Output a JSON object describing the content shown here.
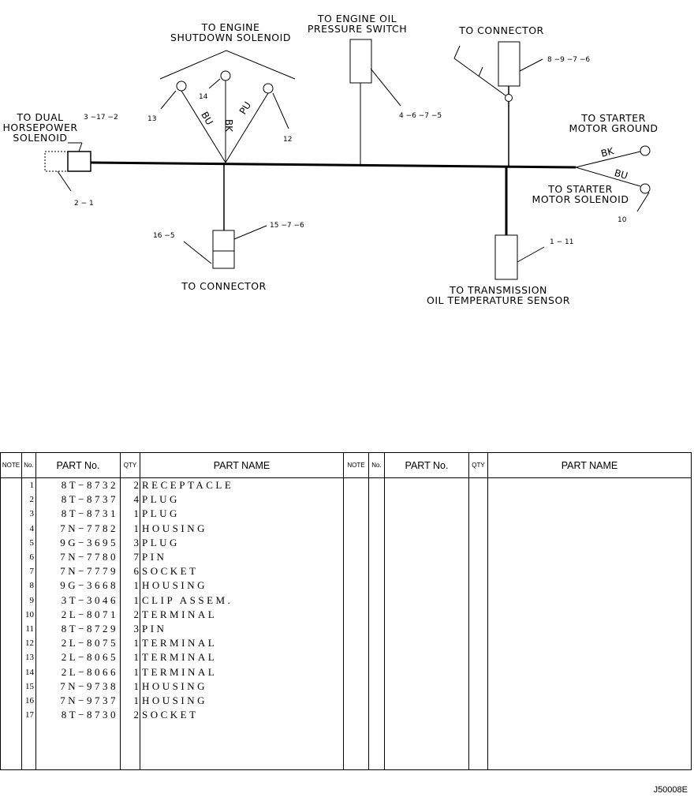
{
  "labels": {
    "engine_shutdown": [
      "TO ENGINE",
      "SHUTDOWN SOLENOID"
    ],
    "oil_pressure": [
      "TO ENGINE OIL",
      "PRESSURE SWITCH"
    ],
    "connector_top": "TO CONNECTOR",
    "dual_hp": [
      "TO DUAL",
      "HORSEPOWER",
      "SOLENOID"
    ],
    "starter_ground": [
      "TO STARTER",
      "MOTOR GROUND"
    ],
    "starter_solenoid": [
      "TO STARTER",
      "MOTOR SOLENOID"
    ],
    "connector_bottom": "TO CONNECTOR",
    "trans_oil": [
      "TO TRANSMISSION",
      "OIL TEMPERATURE SENSOR"
    ]
  },
  "wire_colors": {
    "bu_left": "BU",
    "bk_center": "BK",
    "pu_right": "PU",
    "bk_starter": "BK",
    "bu_starter": "BU"
  },
  "part_refs": {
    "r_13": "13",
    "r_14": "14",
    "r_12": "12",
    "r_4_6_7_5": "4 −6 −7 −5",
    "r_8_9_7_6": "8 −9 −7 −6",
    "r_3_17_2": "3 −17 −2",
    "r_2_1": "2 − 1",
    "r_10": "10",
    "r_16_5": "16 −5",
    "r_15_7_6": "15 −7 −6",
    "r_1_11": "1 − 11"
  },
  "table": {
    "headers": {
      "note": "NOTE",
      "no": "No.",
      "part_no": "PART No.",
      "qty": "QTY",
      "part_name": "PART NAME"
    },
    "rows": [
      {
        "no": "1",
        "part_no": "8T−8732",
        "qty": "2",
        "name": "RECEPTACLE"
      },
      {
        "no": "2",
        "part_no": "8T−8737",
        "qty": "4",
        "name": "PLUG"
      },
      {
        "no": "3",
        "part_no": "8T−8731",
        "qty": "1",
        "name": "PLUG"
      },
      {
        "no": "4",
        "part_no": "7N−7782",
        "qty": "1",
        "name": "HOUSING"
      },
      {
        "no": "5",
        "part_no": "9G−3695",
        "qty": "3",
        "name": "PLUG"
      },
      {
        "no": "6",
        "part_no": "7N−7780",
        "qty": "7",
        "name": "PIN"
      },
      {
        "no": "7",
        "part_no": "7N−7779",
        "qty": "6",
        "name": "SOCKET"
      },
      {
        "no": "8",
        "part_no": "9G−3668",
        "qty": "1",
        "name": "HOUSING"
      },
      {
        "no": "9",
        "part_no": "3T−3046",
        "qty": "1",
        "name": "CLIP ASSEM."
      },
      {
        "no": "10",
        "part_no": "2L−8071",
        "qty": "2",
        "name": "TERMINAL"
      },
      {
        "no": "11",
        "part_no": "8T−8729",
        "qty": "3",
        "name": "PIN"
      },
      {
        "no": "12",
        "part_no": "2L−8075",
        "qty": "1",
        "name": "TERMINAL"
      },
      {
        "no": "13",
        "part_no": "2L−8065",
        "qty": "1",
        "name": "TERMINAL"
      },
      {
        "no": "14",
        "part_no": "2L−8066",
        "qty": "1",
        "name": "TERMINAL"
      },
      {
        "no": "15",
        "part_no": "7N−9738",
        "qty": "1",
        "name": "HOUSING"
      },
      {
        "no": "16",
        "part_no": "7N−9737",
        "qty": "1",
        "name": "HOUSING"
      },
      {
        "no": "17",
        "part_no": "8T−8730",
        "qty": "2",
        "name": "SOCKET"
      }
    ]
  },
  "drawing_code": "J50008E"
}
